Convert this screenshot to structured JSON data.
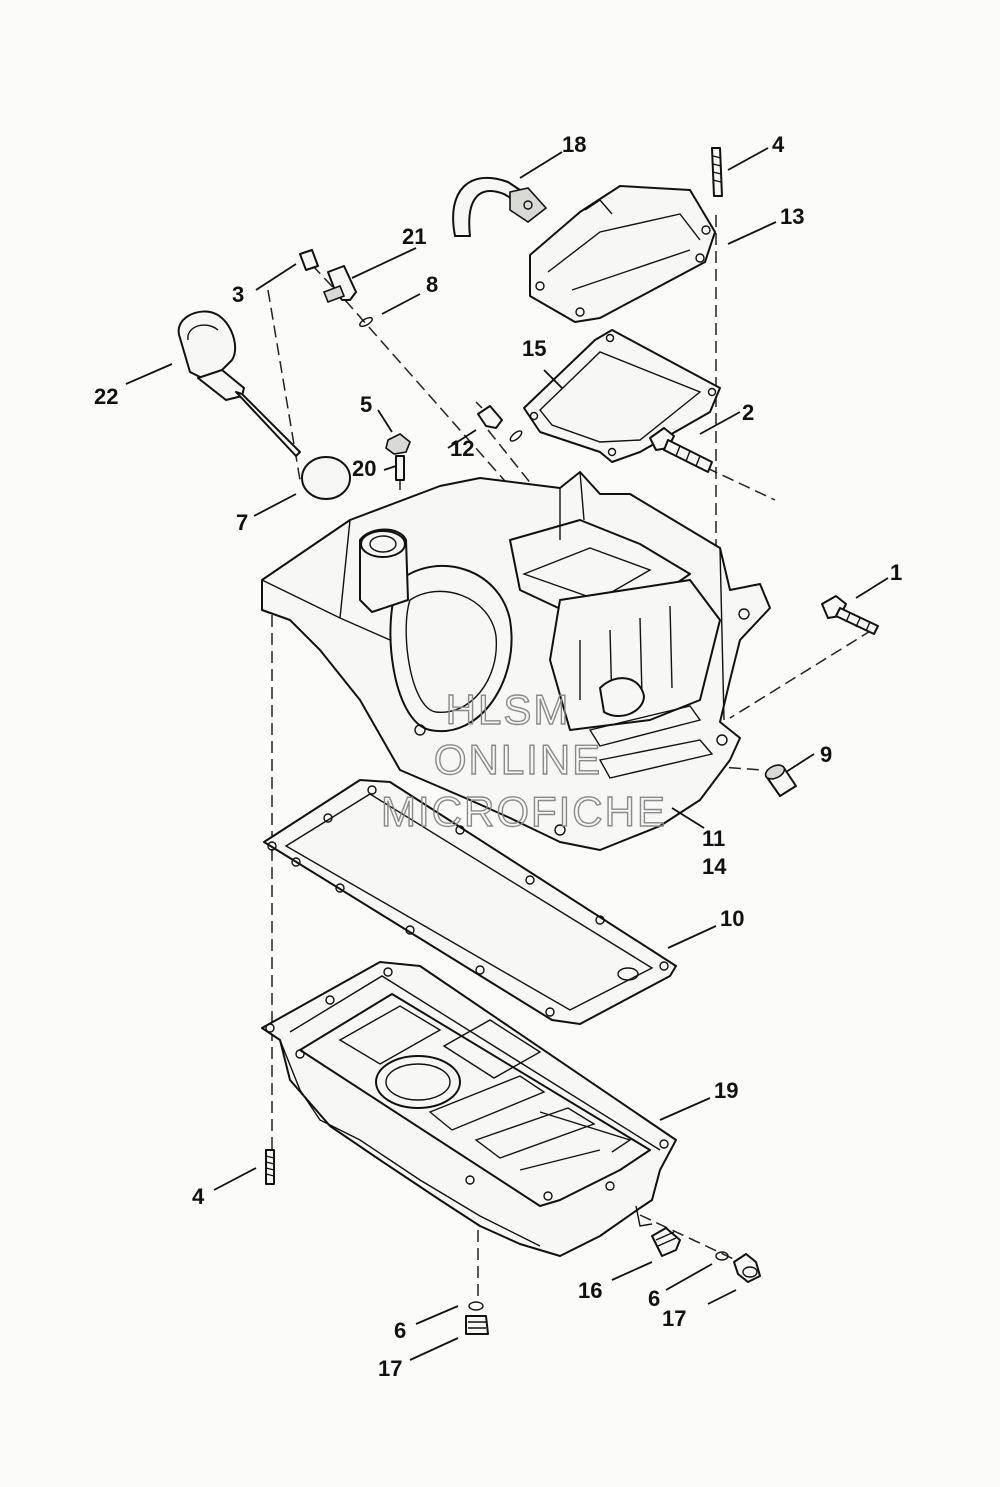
{
  "watermark": {
    "line1": "HLSM",
    "line2": "ONLINE",
    "line3": "MICROFICHE"
  },
  "callouts": {
    "c1": "1",
    "c2": "2",
    "c3": "3",
    "c4_top": "4",
    "c4_bottom": "4",
    "c5": "5",
    "c6_left": "6",
    "c6_right": "6",
    "c7": "7",
    "c8": "8",
    "c9": "9",
    "c10": "10",
    "c11": "11",
    "c12": "12",
    "c13": "13",
    "c14": "14",
    "c15": "15",
    "c16": "16",
    "c17_left": "17",
    "c17_right": "17",
    "c18": "18",
    "c19": "19",
    "c20": "20",
    "c21": "21",
    "c22": "22"
  }
}
